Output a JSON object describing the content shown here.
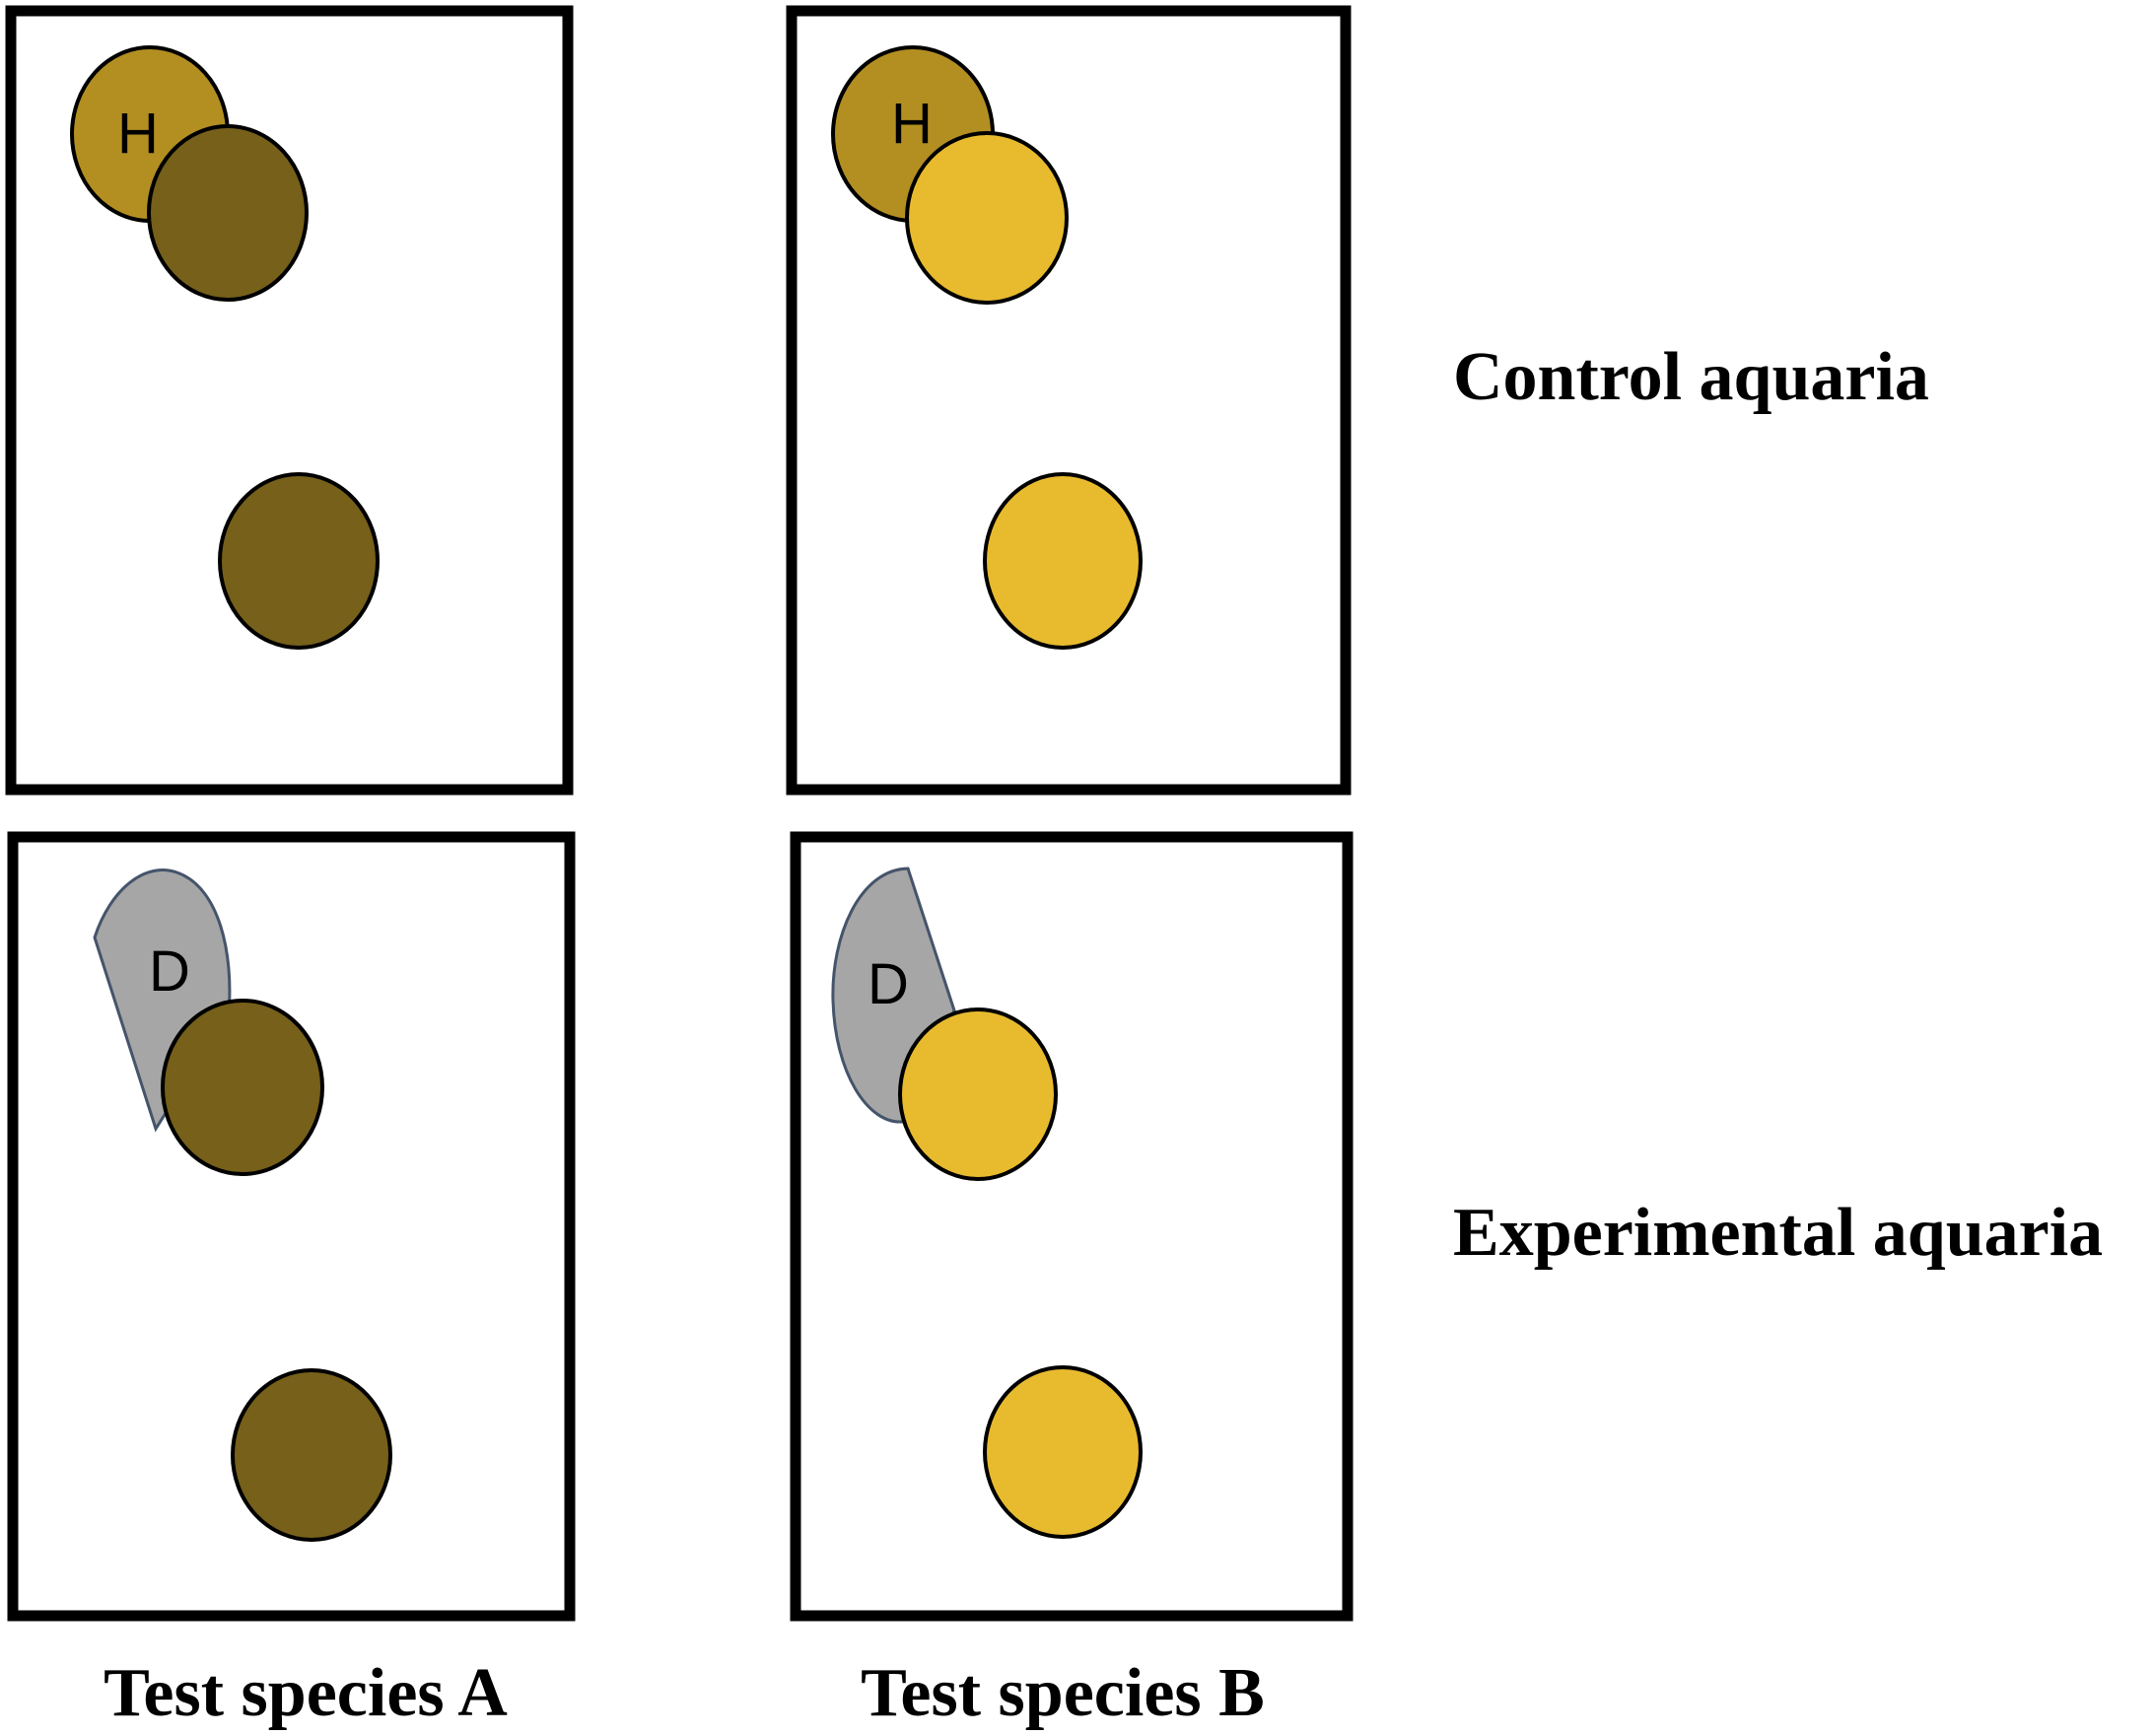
{
  "rows": {
    "control": {
      "label": "Control aquaria"
    },
    "experimental": {
      "label": "Experimental aquaria"
    }
  },
  "columns": {
    "a": {
      "label": "Test species A"
    },
    "b": {
      "label": "Test species B"
    }
  },
  "markers": {
    "h": {
      "letter": "H"
    },
    "d": {
      "letter": "D"
    }
  },
  "colors": {
    "species_a": "#76601a",
    "species_b": "#e8bb2f",
    "h_marker": "#b38f22",
    "d_marker": "#a6a6a6",
    "d_outline": "#44546a"
  }
}
